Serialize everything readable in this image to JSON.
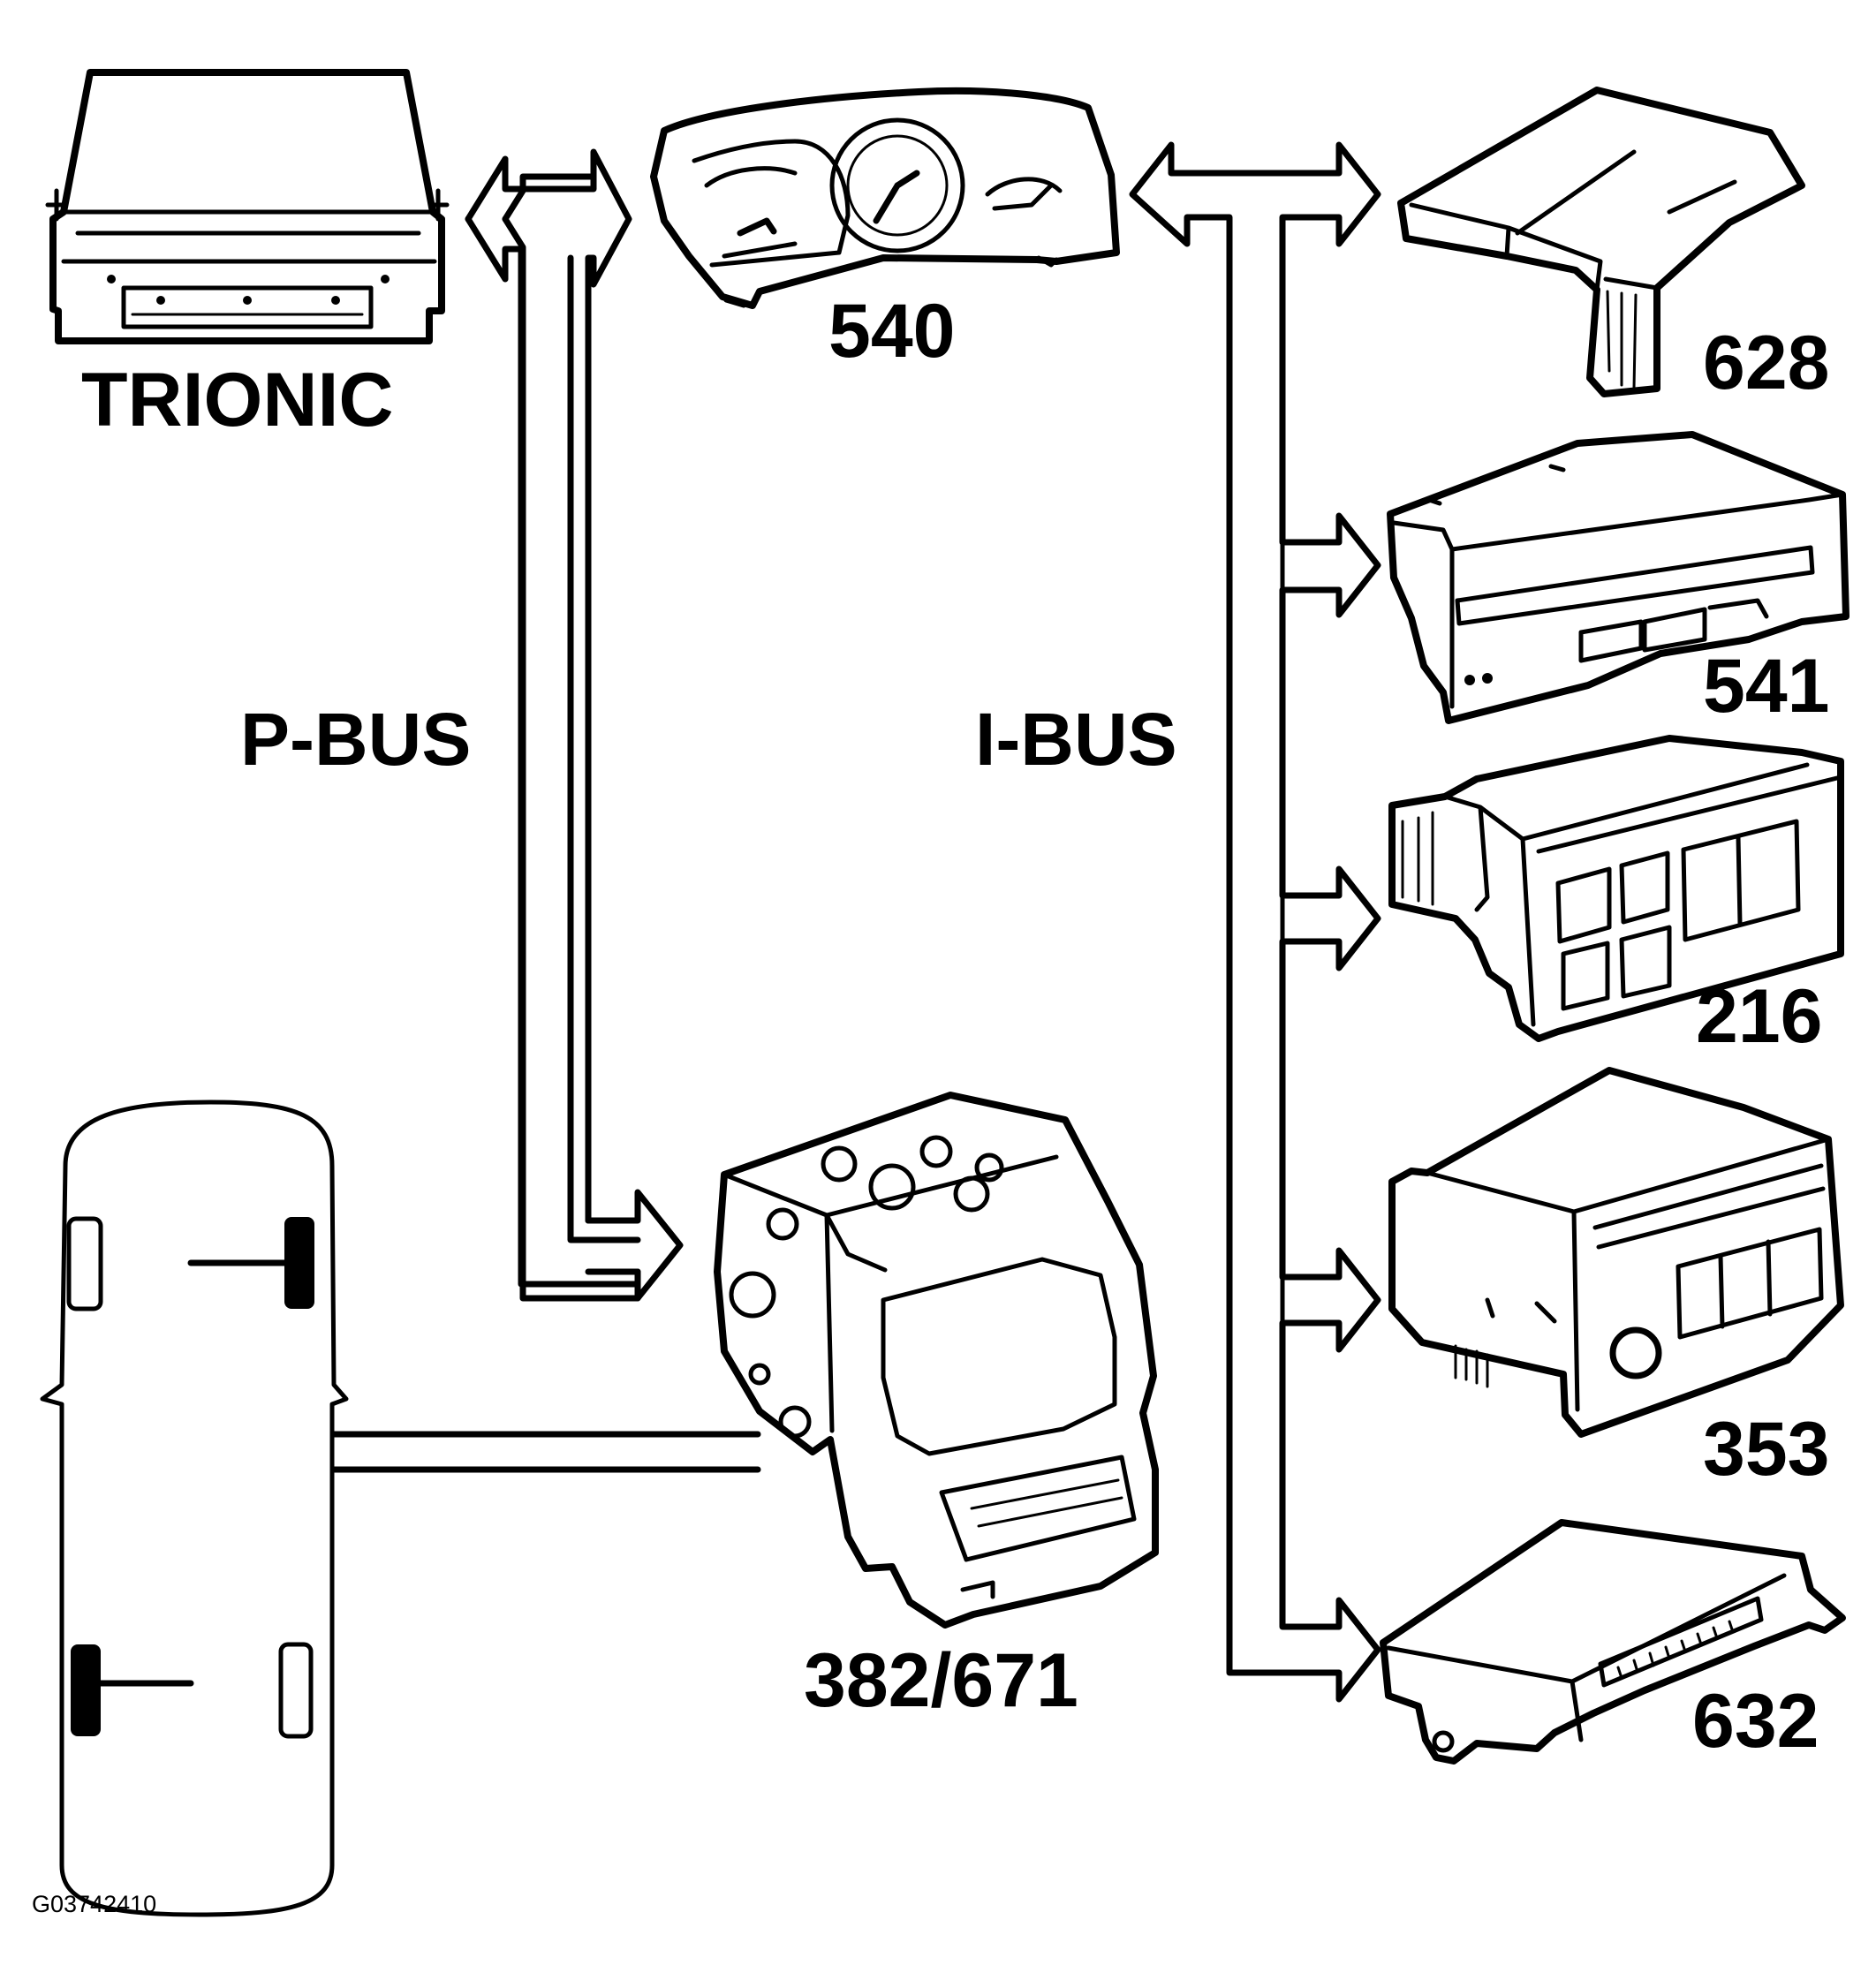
{
  "labels": {
    "trionic": "TRIONIC",
    "instrument_cluster": "540",
    "abs_unit": "382/671",
    "unit_628": "628",
    "unit_541": "541",
    "unit_216": "216",
    "unit_353": "353",
    "unit_632": "632",
    "p_bus": "P-BUS",
    "i_bus": "I-BUS",
    "figure_id": "G03742410"
  },
  "colors": {
    "line": "#000000",
    "background": "#ffffff"
  }
}
